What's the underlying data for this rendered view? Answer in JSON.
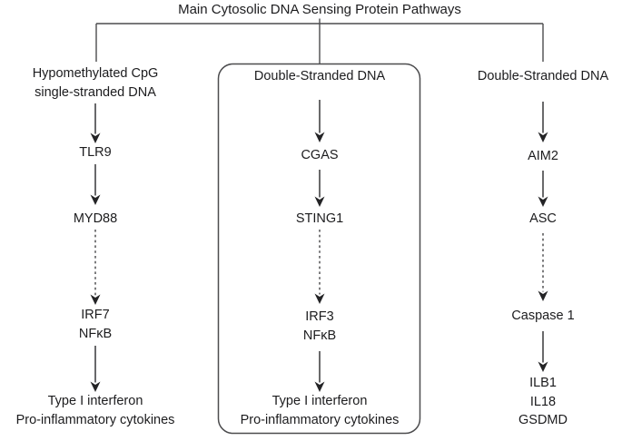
{
  "title": "Main Cytosolic DNA Sensing Protein Pathways",
  "colors": {
    "background": "#ffffff",
    "text": "#1c1c1e",
    "line": "#4c4c4e",
    "arrowhead": "#242426"
  },
  "pathways": [
    {
      "boxed": false,
      "steps": [
        {
          "lines": [
            "Hypomethylated CpG",
            "single-stranded DNA"
          ]
        },
        {
          "lines": [
            "TLR9"
          ]
        },
        {
          "lines": [
            "MYD88"
          ]
        },
        {
          "lines": [
            "IRF7",
            "NFκB"
          ]
        },
        {
          "lines": [
            "Type I interferon",
            "Pro-inflammatory cytokines"
          ]
        }
      ],
      "arrows": [
        "solid",
        "solid",
        "dashed",
        "solid"
      ]
    },
    {
      "boxed": true,
      "steps": [
        {
          "lines": [
            "Double-Stranded DNA"
          ]
        },
        {
          "lines": [
            "CGAS"
          ]
        },
        {
          "lines": [
            "STING1"
          ]
        },
        {
          "lines": [
            "IRF3",
            "NFκB"
          ]
        },
        {
          "lines": [
            "Type I interferon",
            "Pro-inflammatory cytokines"
          ]
        }
      ],
      "arrows": [
        "solid",
        "solid",
        "dashed",
        "solid"
      ]
    },
    {
      "boxed": false,
      "steps": [
        {
          "lines": [
            "Double-Stranded DNA"
          ]
        },
        {
          "lines": [
            "AIM2"
          ]
        },
        {
          "lines": [
            "ASC"
          ]
        },
        {
          "lines": [
            "Caspase 1"
          ]
        },
        {
          "lines": [
            "ILB1",
            "IL18",
            "GSDMD"
          ]
        }
      ],
      "arrows": [
        "solid",
        "solid",
        "dashed",
        "solid"
      ]
    }
  ]
}
